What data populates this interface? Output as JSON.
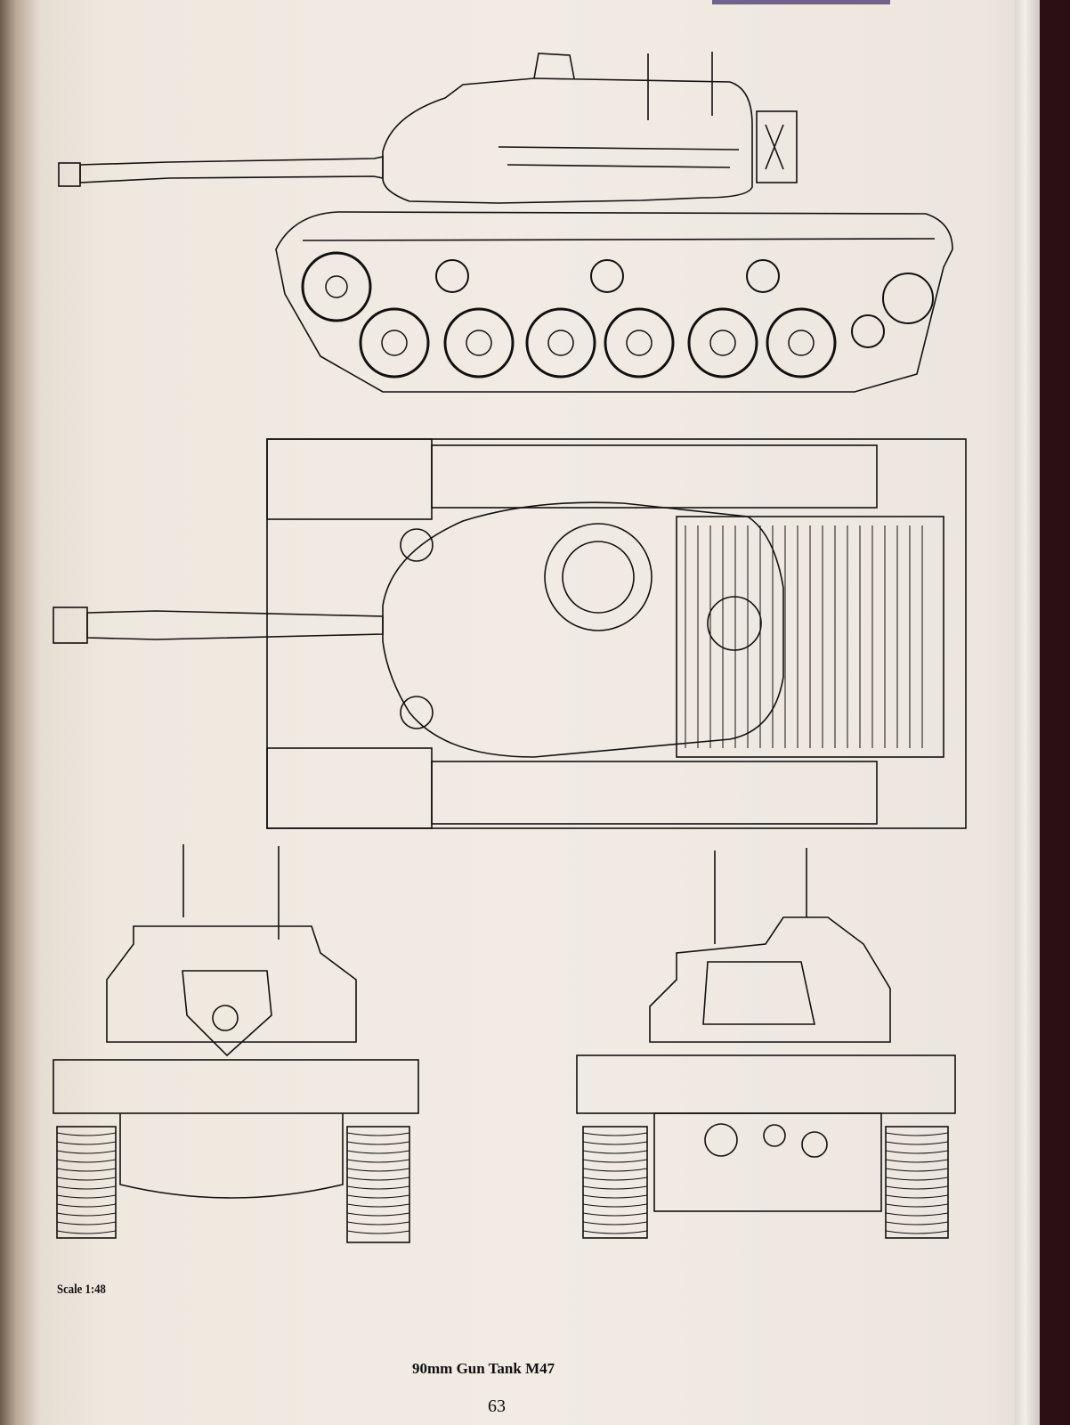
{
  "page": {
    "scale_label": "Scale 1:48",
    "caption": "90mm Gun Tank M47",
    "page_number": "63"
  },
  "views": [
    "side-view",
    "top-view",
    "front-view",
    "rear-view"
  ],
  "colors": {
    "paper": "#efe8df",
    "ink": "#111111"
  }
}
